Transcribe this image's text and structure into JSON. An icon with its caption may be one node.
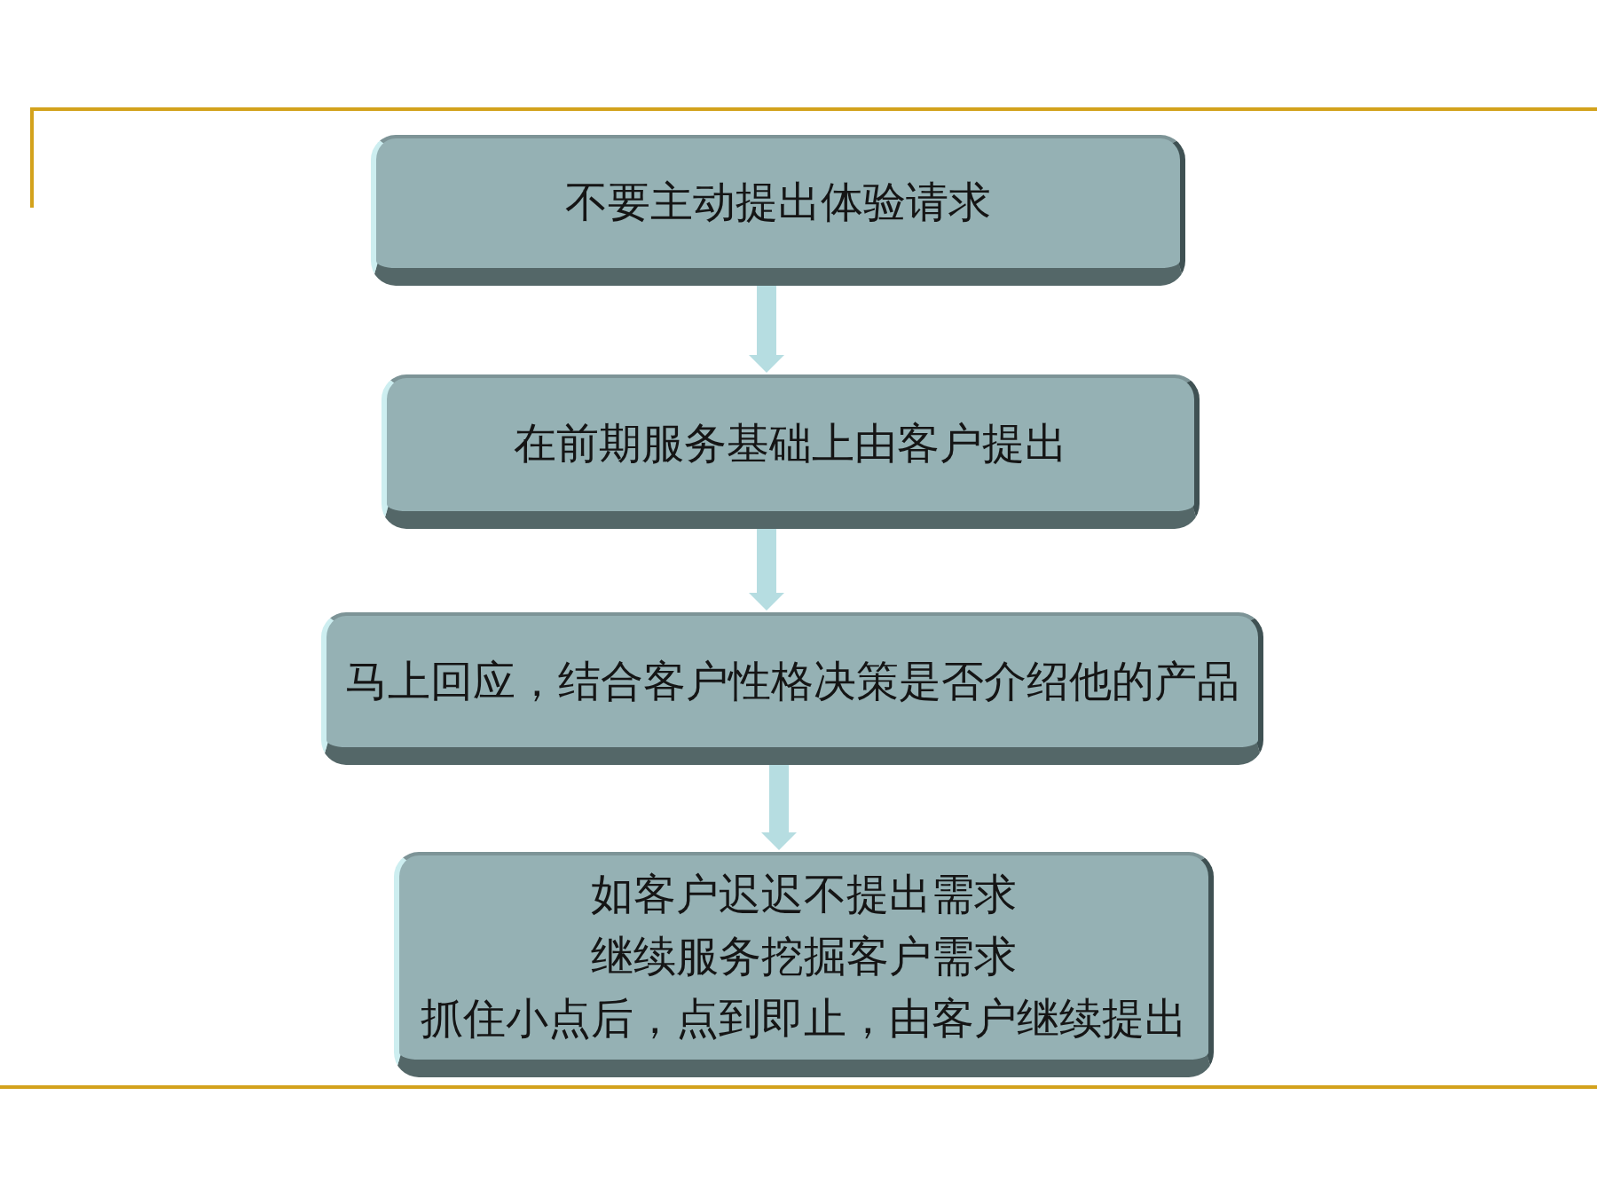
{
  "diagram": {
    "nodes": [
      {
        "text": [
          "不要主动提出体验请求"
        ]
      },
      {
        "text": [
          "在前期服务基础上由客户提出"
        ]
      },
      {
        "text": [
          "马上回应，结合客户性格决策是否介绍他的产品"
        ]
      },
      {
        "text": [
          "如客户迟迟不提出需求",
          "继续服务挖掘客户需求",
          "抓住小点后，点到即止，由客户继续提出"
        ]
      }
    ],
    "edges": [
      {
        "from": 0,
        "to": 1,
        "arrow": "to"
      },
      {
        "from": 1,
        "to": 2,
        "arrow": "to"
      },
      {
        "from": 2,
        "to": 3,
        "arrow": "to"
      }
    ]
  }
}
